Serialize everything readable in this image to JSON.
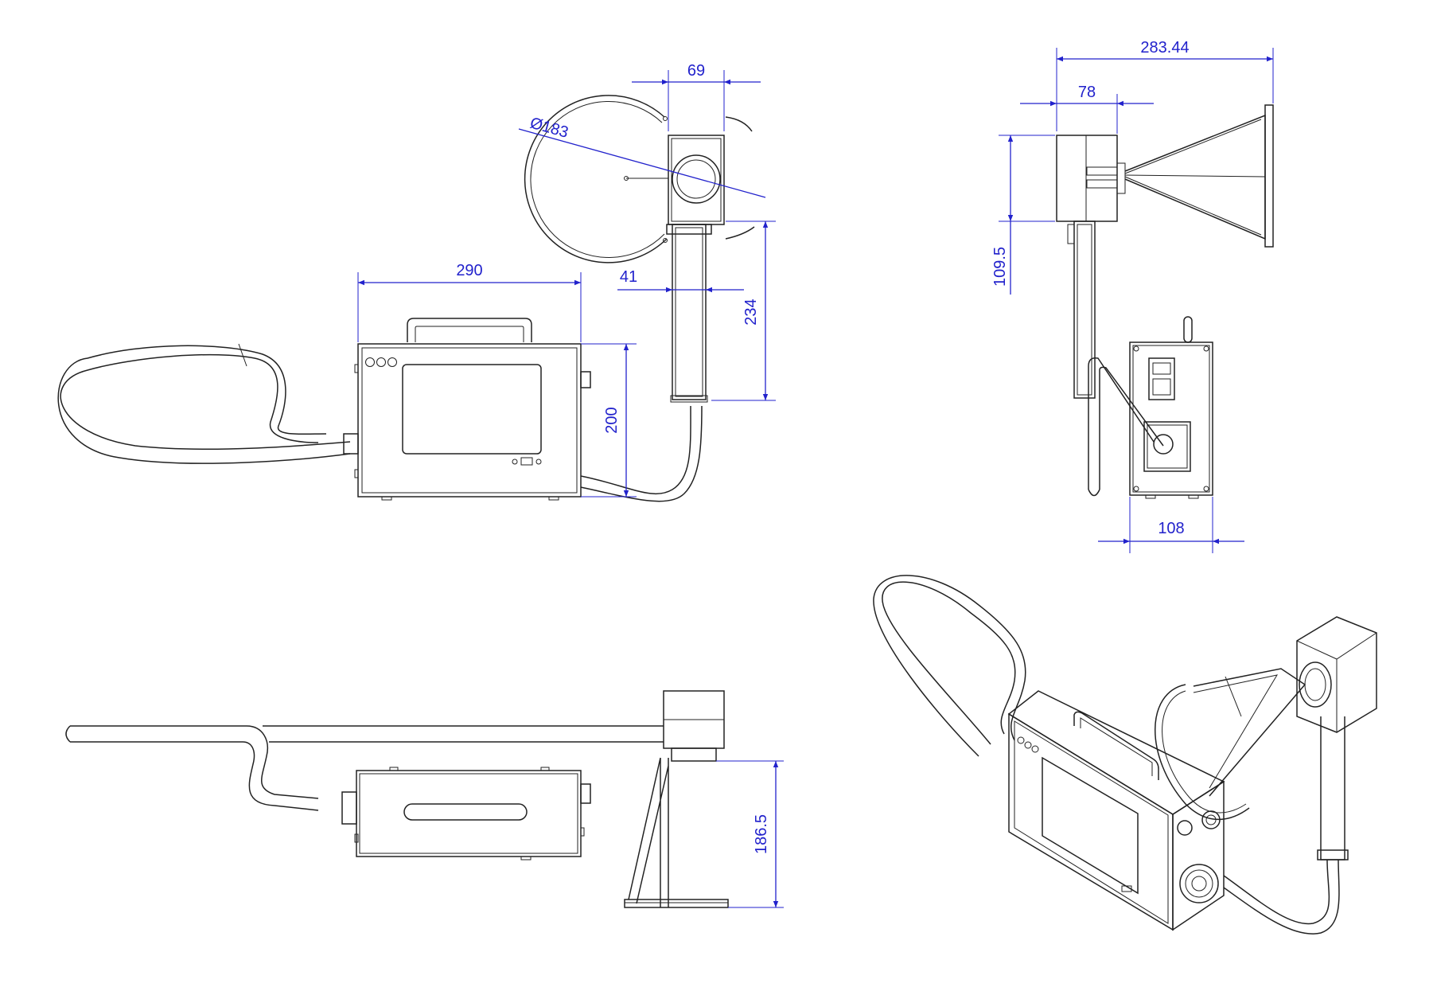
{
  "colors": {
    "line": "#222222",
    "dimension": "#2222cc",
    "background": "#ffffff"
  },
  "dimensions": {
    "head_width": "69",
    "diameter": "Ø183",
    "box_width": "290",
    "column_width": "41",
    "column_height": "234",
    "box_height": "200",
    "overall_width": "283.44",
    "head_depth": "78",
    "head_height": "109.5",
    "box_depth": "108",
    "stand_height": "186.5"
  }
}
